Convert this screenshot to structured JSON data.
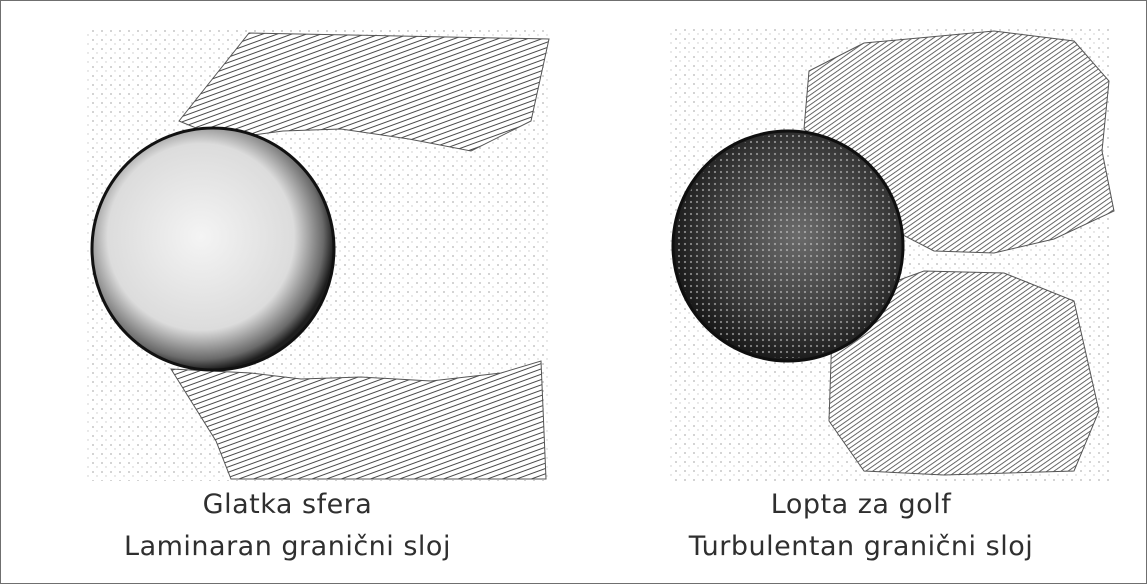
{
  "panels": [
    {
      "id": "smooth-sphere",
      "caption_line1": "Glatka sfera",
      "caption_line2": "Laminaran granični sloj"
    },
    {
      "id": "golf-ball",
      "caption_line1": "Lopta za golf",
      "caption_line2": "Turbulentan granični sloj"
    }
  ],
  "colors": {
    "ink": "#1a1a1a",
    "sphere_smooth_fill": "#e9e9e9",
    "sphere_golf_fill": "#3d3d3d",
    "wake": "#8a8a8a",
    "border": "#6f6f6f"
  }
}
